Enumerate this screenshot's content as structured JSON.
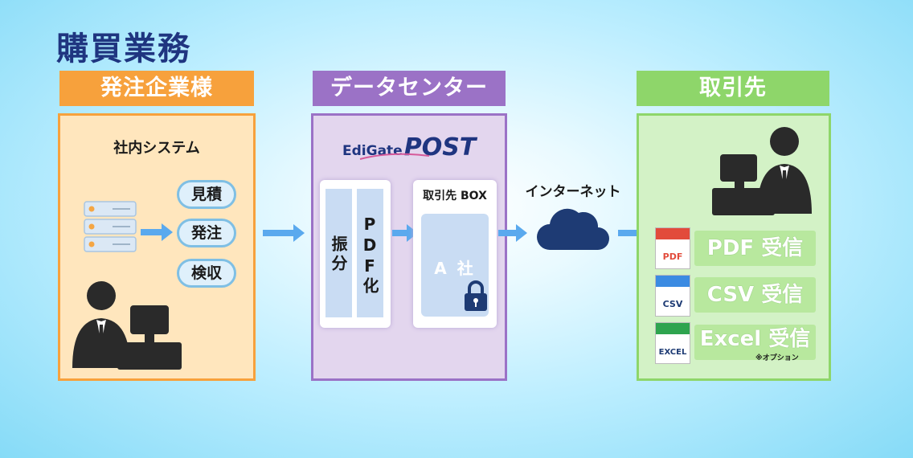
{
  "title": "購買業務",
  "sender": {
    "header": "発注企業様",
    "system_label": "社内システム",
    "db": [
      "見積",
      "発注",
      "検収"
    ]
  },
  "datacenter": {
    "header": "データセンター",
    "logo_small": "EdiGate",
    "logo_big": "POST",
    "col1": "振分",
    "col2": "PDF化",
    "box_label": "取引先 BOX",
    "box_inner": "A 社"
  },
  "internet_label": "インターネット",
  "receiver": {
    "header": "取引先",
    "items": [
      {
        "doc": "PDF",
        "label": "PDF 受信"
      },
      {
        "doc": "CSV",
        "label": "CSV 受信"
      },
      {
        "doc": "EXCEL",
        "label": "Excel 受信"
      }
    ],
    "note": "※オプション"
  },
  "colors": {
    "title": "#1f3580",
    "sender": "#f7a13c",
    "datacenter": "#9b72c6",
    "receiver": "#8ed66a",
    "arrow": "#5aa9ee",
    "cloud": "#1e3b74",
    "person": "#2a2a2a"
  },
  "icons": [
    "server-icon",
    "person-computer-icon",
    "lock-icon",
    "cloud-icon",
    "file-icon"
  ]
}
